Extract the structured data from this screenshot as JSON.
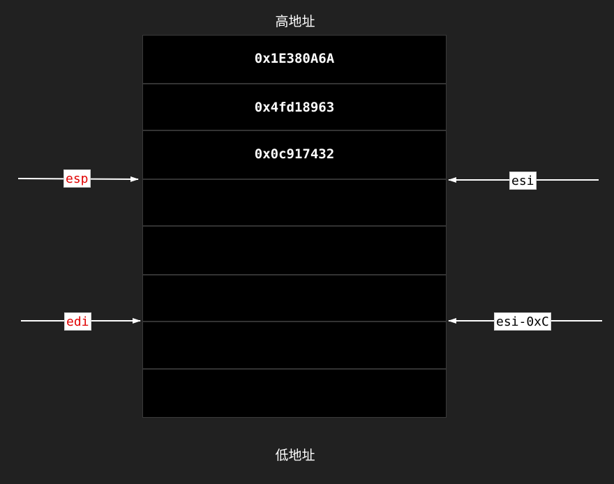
{
  "diagram": {
    "top_label": "高地址",
    "bottom_label": "低地址",
    "cells": [
      "0x1E380A6A",
      "0x4fd18963",
      "0x0c917432",
      "",
      "",
      "",
      "",
      ""
    ],
    "pointers": {
      "esp": {
        "label": "esp",
        "color": "#e00000"
      },
      "edi": {
        "label": "edi",
        "color": "#e00000"
      },
      "esi": {
        "label": "esi",
        "color": "#000000"
      },
      "esi_minus": {
        "label": "esi-0xC",
        "color": "#000000"
      }
    }
  }
}
